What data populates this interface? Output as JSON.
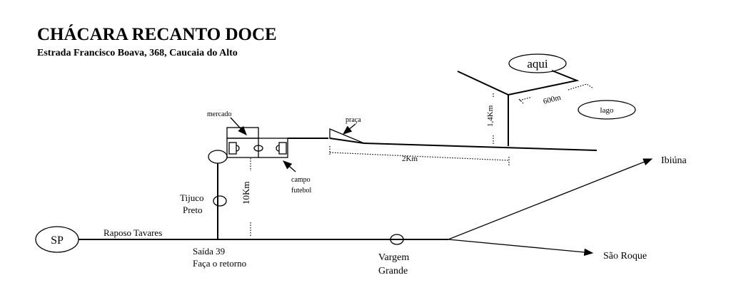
{
  "header": {
    "title": "CHÁCARA RECANTO DOCE",
    "address": "Estrada Francisco Boava, 368, Caucaia do Alto"
  },
  "labels": {
    "sp": "SP",
    "raposo": "Raposo Tavares",
    "tijuco_1": "Tijuco",
    "tijuco_2": "Preto",
    "saida_1": "Saída 39",
    "saida_2": "Faça o retorno",
    "dist_10km": "10Km",
    "mercado": "mercado",
    "campo_1": "campo",
    "campo_2": "futebol",
    "praca": "praça",
    "dist_2km": "2Km",
    "dist_14km": "1,4Km",
    "dist_600m": "600m",
    "aqui": "aqui",
    "lago": "lago",
    "vargem_1": "Vargem",
    "vargem_2": "Grande",
    "ibiuna": "Ibiúna",
    "sao_roque": "São Roque"
  }
}
